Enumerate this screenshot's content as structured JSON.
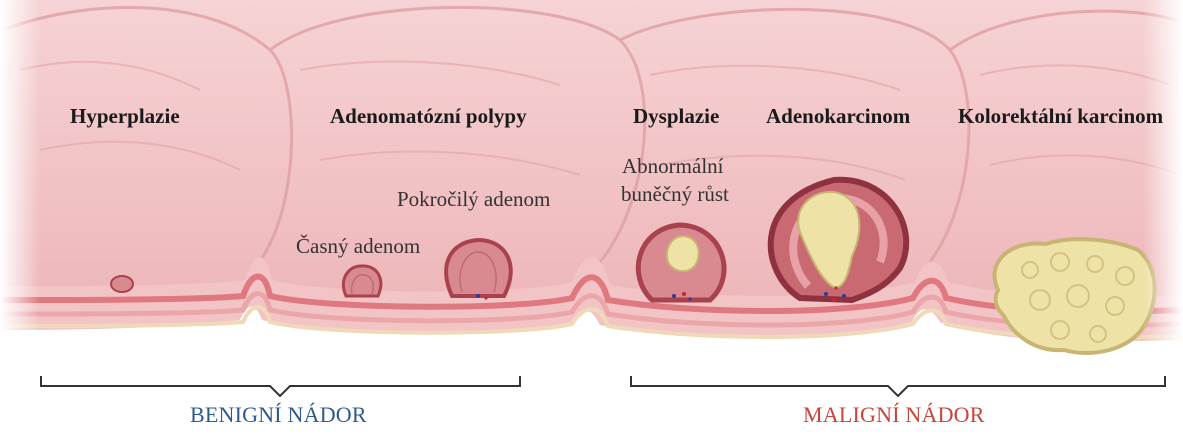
{
  "stages": {
    "hyperplazie": "Hyperplazie",
    "adenomatozni_polypy": "Adenomatózní polypy",
    "dysplazie": "Dysplazie",
    "adenokarcinom": "Adenokarcinom",
    "kolorektalni_karcinom": "Kolorektální karcinom"
  },
  "annotations": {
    "casny_adenom": "Časný adenom",
    "pokrocily_adenom": "Pokročilý adenom",
    "abnormalni_rust_line1": "Abnormální",
    "abnormalni_rust_line2": "buněčný růst"
  },
  "categories": {
    "benign": {
      "label": "BENIGNÍ NÁDOR",
      "color": "#2f5a8f"
    },
    "malign": {
      "label": "MALIGNÍ NÁDOR",
      "color": "#c8453a"
    }
  },
  "colors": {
    "mucosa": "#f0c0c2",
    "mucosa_dark": "#dc9ea1",
    "wall_band": "#e27d84",
    "polyp": "#d98a90",
    "polyp_rim": "#a9424f",
    "tumor": "#efe2a7",
    "tumor_edge": "#c8b574",
    "bracket": "#333333"
  }
}
